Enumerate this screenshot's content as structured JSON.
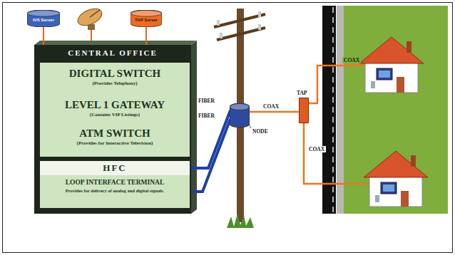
{
  "diagram": {
    "nodes": [
      {
        "text": [
          "IVS Server"
        ]
      },
      {
        "text": [
          "TAP Server"
        ]
      },
      {
        "text": [
          "CENTRAL OFFICE"
        ]
      },
      {
        "text": [
          "DIGITAL SWITCH",
          "(Provides Telephony)"
        ],
        "in": 2
      },
      {
        "text": [
          "LEVEL 1 GATEWAY",
          "(Contains VIP Listings)"
        ],
        "in": 2
      },
      {
        "text": [
          "ATM SWITCH",
          "(Provides for Interactive Television)"
        ],
        "in": 2
      },
      {
        "text": [
          "HFC"
        ],
        "in": 2
      },
      {
        "text": [
          "LOOP INTERFACE TERMINAL",
          "Provides for delivery of analog and digital signals."
        ],
        "in": 2
      },
      {
        "text": [
          "NODE"
        ]
      },
      {
        "text": [
          "TAP"
        ]
      }
    ],
    "edges": [
      {
        "from": 0,
        "to": 2,
        "arrow": "none"
      },
      {
        "from": 1,
        "to": 2,
        "arrow": "none"
      },
      {
        "from": 6,
        "to": 8,
        "label": "FIBER",
        "arrow": "none"
      },
      {
        "from": 7,
        "to": 8,
        "label": "FIBER",
        "arrow": "none"
      },
      {
        "from": 8,
        "to": 9,
        "label": "COAX",
        "arrow": "none"
      }
    ],
    "labels": [
      "COAX",
      "COAX"
    ]
  }
}
